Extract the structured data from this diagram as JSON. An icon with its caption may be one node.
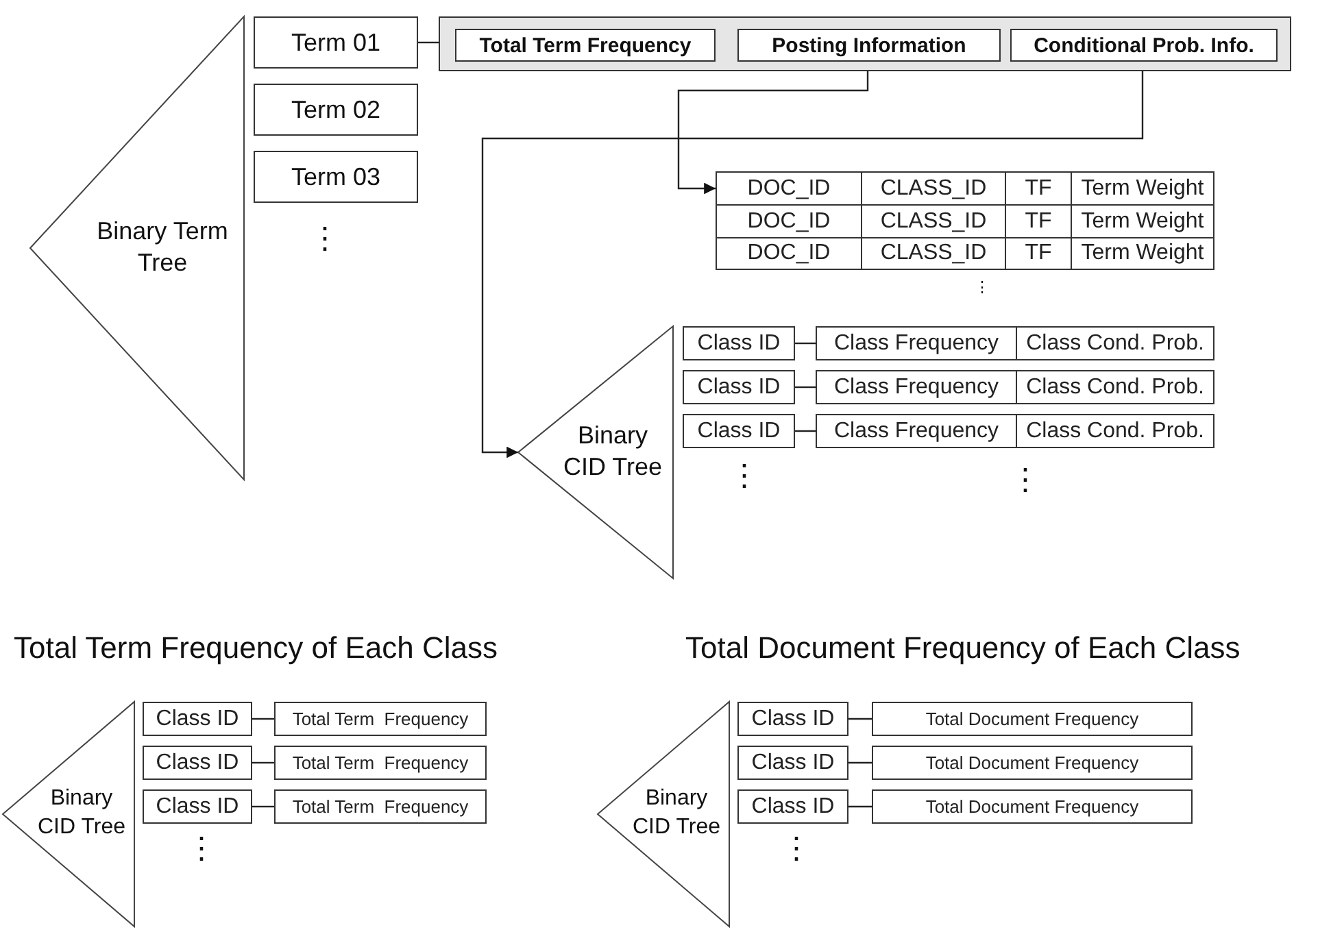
{
  "diagram": {
    "nodes": [
      {
        "text": [
          "Binary Term Tree"
        ]
      },
      {
        "text": [
          "Term 01"
        ]
      },
      {
        "text": [
          "Term 02"
        ]
      },
      {
        "text": [
          "Term 03"
        ]
      },
      {
        "text": [],
        "shape": "box"
      },
      {
        "text": [
          "Total Term Frequency"
        ],
        "in": 4
      },
      {
        "text": [
          "Posting Information"
        ],
        "in": 4
      },
      {
        "text": [
          "Conditional Prob. Info."
        ],
        "in": 4
      },
      {
        "text": [
          "DOC_ID",
          "CLASS_ID",
          "TF",
          "Term Weight"
        ]
      },
      {
        "text": [
          "DOC_ID",
          "CLASS_ID",
          "TF",
          "Term Weight"
        ]
      },
      {
        "text": [
          "DOC_ID",
          "CLASS_ID",
          "TF",
          "Term Weight"
        ]
      },
      {
        "text": [
          "Binary CID Tree"
        ]
      },
      {
        "text": [
          "Class ID"
        ]
      },
      {
        "text": [
          "Class Frequency",
          "Class Cond. Prob."
        ]
      },
      {
        "text": [
          "Class ID"
        ]
      },
      {
        "text": [
          "Class Frequency",
          "Class Cond. Prob."
        ]
      },
      {
        "text": [
          "Class ID"
        ]
      },
      {
        "text": [
          "Class Frequency",
          "Class Cond. Prob."
        ]
      },
      {
        "text": [
          "Binary CID Tree"
        ]
      },
      {
        "text": [
          "Class ID"
        ]
      },
      {
        "text": [
          "Total Term  Frequency"
        ]
      },
      {
        "text": [
          "Class ID"
        ]
      },
      {
        "text": [
          "Total Term  Frequency"
        ]
      },
      {
        "text": [
          "Class ID"
        ]
      },
      {
        "text": [
          "Total Term  Frequency"
        ]
      },
      {
        "text": [
          "Binary CID Tree"
        ]
      },
      {
        "text": [
          "Class ID"
        ]
      },
      {
        "text": [
          "Total Document Frequency"
        ]
      },
      {
        "text": [
          "Class ID"
        ]
      },
      {
        "text": [
          "Total Document Frequency"
        ]
      },
      {
        "text": [
          "Class ID"
        ]
      },
      {
        "text": [
          "Total Document Frequency"
        ]
      }
    ],
    "edges": [
      {
        "from": 1,
        "to": 4,
        "arrow": "none"
      },
      {
        "from": 6,
        "to": 8,
        "arrow": "to"
      },
      {
        "from": 7,
        "to": 11,
        "arrow": "to"
      },
      {
        "from": 12,
        "to": 13,
        "arrow": "none"
      },
      {
        "from": 14,
        "to": 15,
        "arrow": "none"
      },
      {
        "from": 16,
        "to": 17,
        "arrow": "none"
      },
      {
        "from": 19,
        "to": 20,
        "arrow": "none"
      },
      {
        "from": 21,
        "to": 22,
        "arrow": "none"
      },
      {
        "from": 23,
        "to": 24,
        "arrow": "none"
      },
      {
        "from": 26,
        "to": 27,
        "arrow": "none"
      },
      {
        "from": 28,
        "to": 29,
        "arrow": "none"
      },
      {
        "from": 30,
        "to": 31,
        "arrow": "none"
      }
    ],
    "labels": [
      "⋮",
      "⋮",
      "⋮",
      "⋮",
      "Total Term Frequency of Each Class",
      "Total Document Frequency of Each Class",
      "⋮",
      "⋮"
    ]
  }
}
